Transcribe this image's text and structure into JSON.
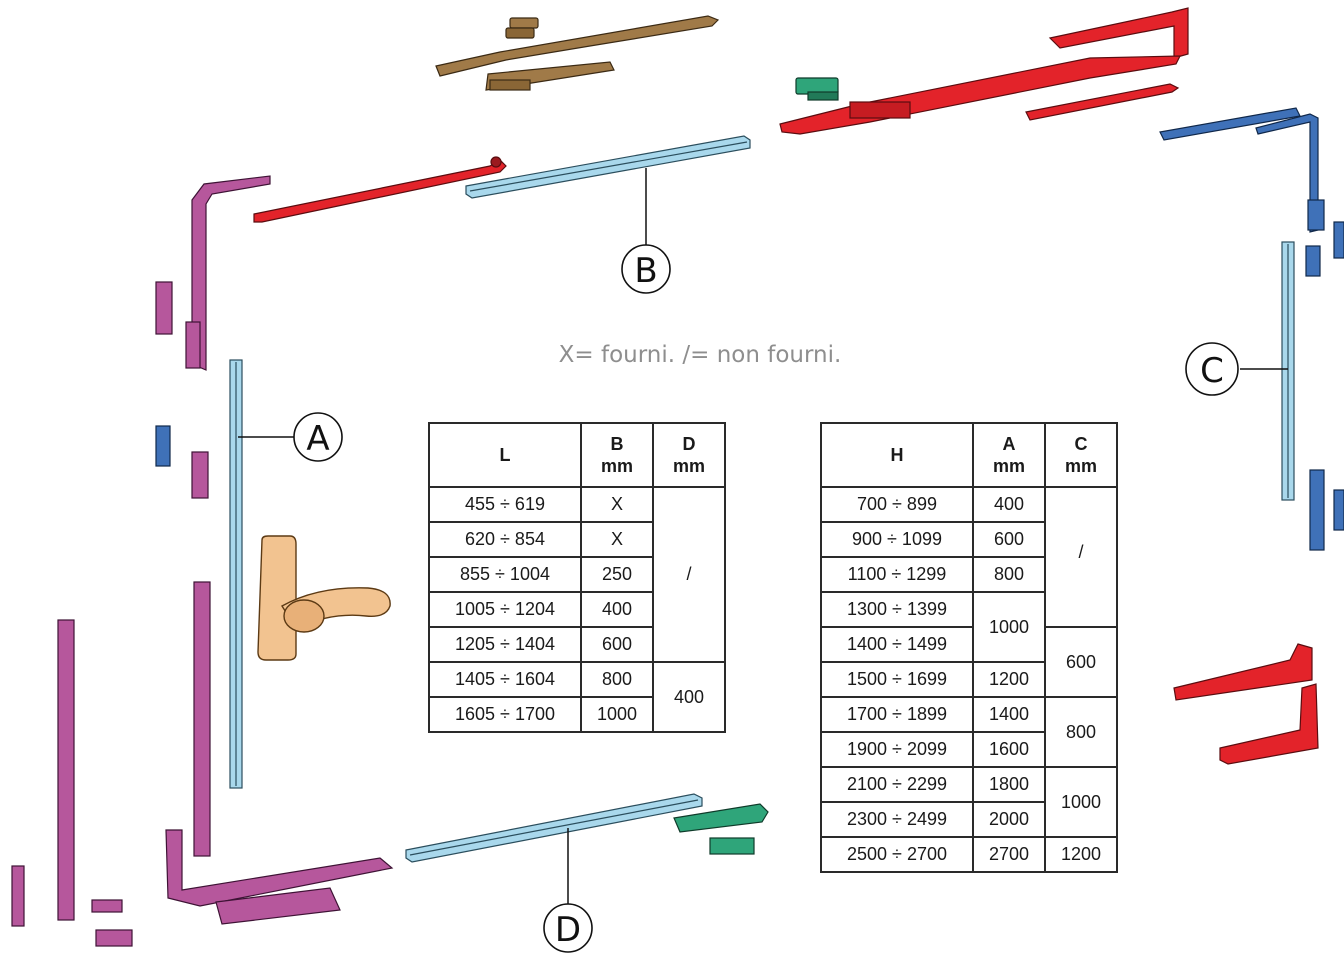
{
  "legend_note": "X= fourni. /= non fourni.",
  "callouts": {
    "a": "A",
    "b": "B",
    "c": "C",
    "d": "D"
  },
  "table_left": {
    "headers": {
      "col1": "L",
      "col2_line1": "B",
      "col2_line2": "mm",
      "col3_line1": "D",
      "col3_line2": "mm"
    },
    "rows": [
      {
        "l": "455 ÷ 619",
        "b": "X"
      },
      {
        "l": "620 ÷ 854",
        "b": "X"
      },
      {
        "l": "855 ÷ 1004",
        "b": "250"
      },
      {
        "l": "1005 ÷ 1204",
        "b": "400"
      },
      {
        "l": "1205 ÷ 1404",
        "b": "600"
      },
      {
        "l": "1405 ÷ 1604",
        "b": "800"
      },
      {
        "l": "1605 ÷ 1700",
        "b": "1000"
      }
    ],
    "d_groups": [
      "/",
      "400"
    ]
  },
  "table_right": {
    "headers": {
      "col1": "H",
      "col2_line1": "A",
      "col2_line2": "mm",
      "col3_line1": "C",
      "col3_line2": "mm"
    },
    "rows": [
      {
        "h": "700 ÷ 899"
      },
      {
        "h": "900 ÷ 1099"
      },
      {
        "h": "1100 ÷ 1299"
      },
      {
        "h": "1300 ÷ 1399"
      },
      {
        "h": "1400 ÷ 1499"
      },
      {
        "h": "1500 ÷ 1699"
      },
      {
        "h": "1700 ÷ 1899"
      },
      {
        "h": "1900 ÷ 2099"
      },
      {
        "h": "2100 ÷ 2299"
      },
      {
        "h": "2300 ÷ 2499"
      },
      {
        "h": "2500 ÷ 2700"
      }
    ],
    "a_values": [
      "400",
      "600",
      "800",
      "1000",
      "1200",
      "1400",
      "1600",
      "1800",
      "2000",
      "2700"
    ],
    "c_groups": [
      "/",
      "600",
      "800",
      "1000",
      "1200"
    ]
  },
  "colors": {
    "profile_blue": "#a9d8ec",
    "part_red": "#e3232a",
    "part_magenta": "#b6579c",
    "part_blue": "#3f71b8",
    "part_green": "#2fa57a",
    "part_brown": "#a07a48",
    "handle": "#f2c390",
    "outline": "#222222"
  }
}
